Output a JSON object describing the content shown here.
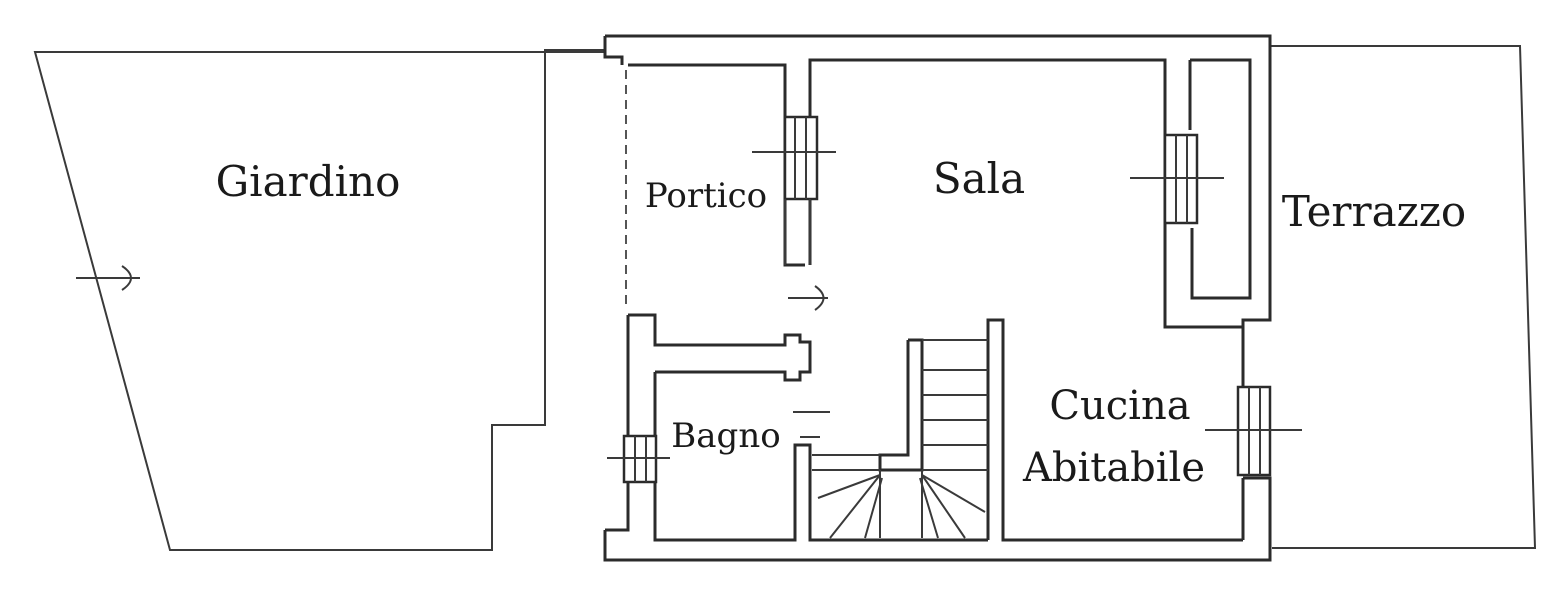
{
  "rooms": {
    "giardino": "Giardino",
    "portico": "Portico",
    "sala": "Sala",
    "terrazzo": "Terrazzo",
    "bagno": "Bagno",
    "cucina_line1": "Cucina",
    "cucina_line2": "Abitabile"
  },
  "colors": {
    "line": "#2b2b2b",
    "background": "#ffffff"
  }
}
